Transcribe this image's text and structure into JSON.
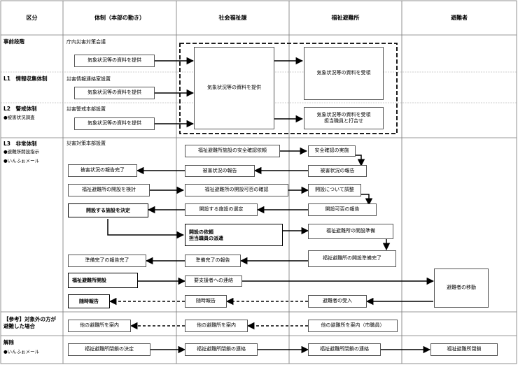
{
  "header": {
    "col_category": "区分",
    "col_hq": "体制（本部の動き）",
    "col_welfare_section": "社会福祉課",
    "col_shelter": "福祉避難所",
    "col_evacuee": "避難者"
  },
  "phases": [
    {
      "title": "事前段階",
      "sub": []
    },
    {
      "title": "L1　情報収集体制",
      "sub": []
    },
    {
      "title": "L2　警戒体制",
      "sub": [
        "●被害状況調査"
      ]
    },
    {
      "title": "L3　非常体制",
      "sub": [
        "●避難所開設指示",
        "●いんふぉメール"
      ]
    },
    {
      "title": "【参考】対象外の方が避難した場合",
      "sub": []
    },
    {
      "title": "解除",
      "sub": [
        "●いんふぉメール"
      ]
    }
  ],
  "hq_notes": [
    "庁内災害対策会議",
    "災害情報連絡室設置",
    "災害警戒本部設置",
    "災害対策本部設置"
  ],
  "texts": {
    "weather_provide": "気象状況等の資料を提供",
    "weather_receive": "気象状況等の資料を受領",
    "weather_receive_meeting": "気象状況等の資料を受領\n担当職員と打合せ",
    "safety_request": "福祉避難所施設の安全確認依頼",
    "safety_check": "安全確認の実施",
    "damage_report_done": "被害状況の報告完了",
    "damage_report_sec": "被害状況の報告",
    "damage_report_shelter": "被害状況の報告",
    "consider_opening": "福祉避難所の開設を検討",
    "confirm_opening": "福祉避難所の開設可否の確認",
    "adjust_opening": "開設について調整",
    "decide_facility": "開設する施設を決定",
    "select_facility": "開設する施設の選定",
    "report_possible": "開設可否の報告",
    "request_dispatch": "開設の依頼\n担当職員の派遣",
    "prepare_opening": "福祉避難所の開設準備",
    "prep_complete_hq": "準備完了の報告完了",
    "prep_complete_sec": "準備完了の報告",
    "prep_complete_shelter": "福祉避難所の開設準備完了",
    "open_shelter": "福祉避難所開設",
    "contact_care": "要支援者への連絡",
    "move_evacuees": "避難者の移動",
    "report_anytime_hq": "随時報告",
    "report_anytime_sec": "随時報告",
    "accept_evacuees": "避難者の受入",
    "guide_other_hq": "他の避難所を案内",
    "guide_other_sec": "他の避難所を案内",
    "guide_other_shelter": "他の避難所を案内（市職員）",
    "decide_close": "福祉避難所閉鎖の決定",
    "contact_close_sec": "福祉避難所閉鎖の連絡",
    "contact_close_shelter": "福祉避難所閉鎖の連絡",
    "close_done": "福祉避難所閉鎖"
  }
}
